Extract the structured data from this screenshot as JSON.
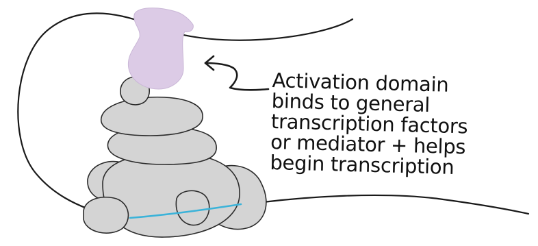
{
  "annotation": {
    "lines": [
      "Activation domain",
      "binds to general",
      "transcription factors",
      "or mediator + helps",
      "begin transcription"
    ]
  },
  "colors": {
    "protein_fill": "#d4d4d4",
    "protein_stroke": "#2b2b2b",
    "activation_domain_fill": "#dccbe6",
    "dna_strand": "#1a1a1a",
    "promoter_segment": "#3bb3d9",
    "arrow": "#1a1a1a"
  }
}
